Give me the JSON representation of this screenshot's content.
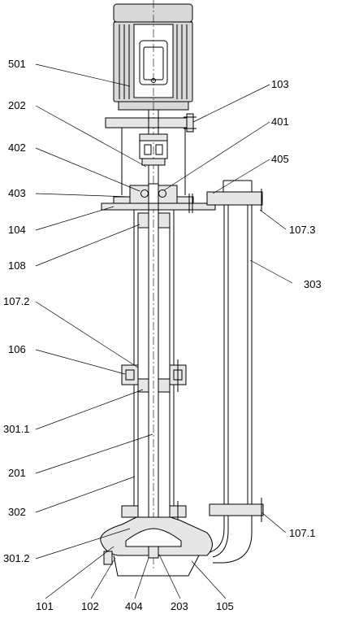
{
  "drawing": {
    "colors": {
      "line": "#000000",
      "fill": "#e6e6e6",
      "motor": "#d9d9d9",
      "glass": "#ffffff"
    },
    "callouts": {
      "c501": "501",
      "c103": "103",
      "c202": "202",
      "c401": "401",
      "c402": "402",
      "c405": "405",
      "c403": "403",
      "c104": "104",
      "c1073": "107.3",
      "c108": "108",
      "c303": "303",
      "c1072": "107.2",
      "c106": "106",
      "c3011": "301.1",
      "c201": "201",
      "c302": "302",
      "c1071": "107.1",
      "c3012": "301.2",
      "c101": "101",
      "c102": "102",
      "c404": "404",
      "c203": "203",
      "c105": "105"
    }
  }
}
